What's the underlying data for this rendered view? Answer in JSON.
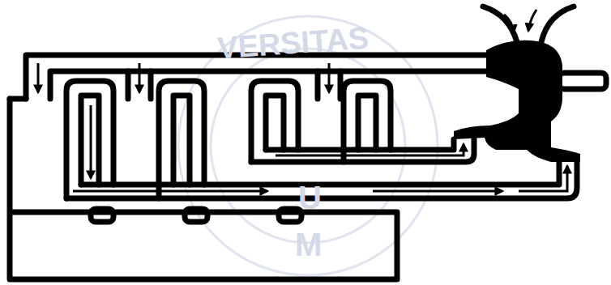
{
  "diagram": {
    "labels": [
      "VERSITAS",
      "U",
      "M"
    ]
  }
}
